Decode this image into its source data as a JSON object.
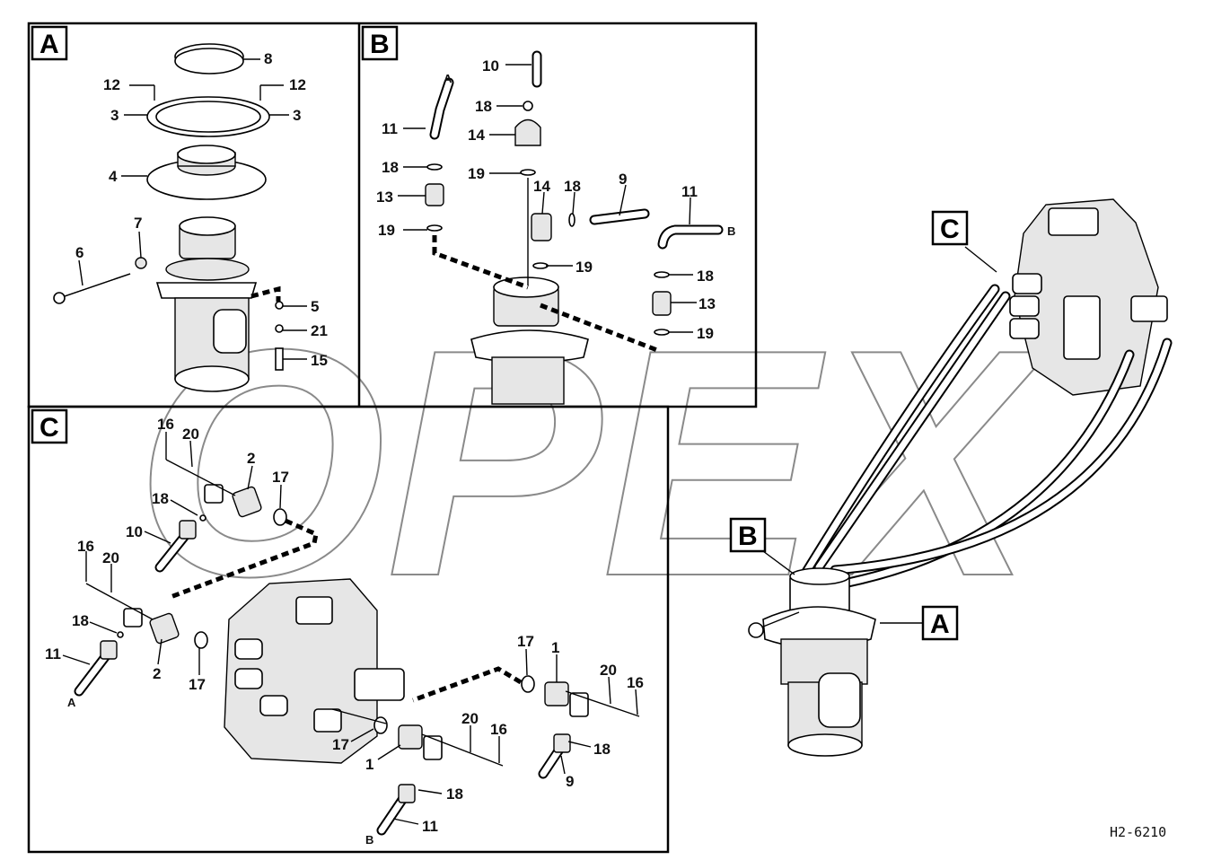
{
  "watermark": "OPEX",
  "drawing_code": "H2-6210",
  "panels": {
    "A": {
      "letter": "A",
      "labels": [
        "8",
        "12",
        "12",
        "3",
        "3",
        "4",
        "7",
        "6",
        "5",
        "21",
        "15"
      ]
    },
    "B": {
      "letter": "B",
      "labels": [
        "10",
        "A",
        "18",
        "11",
        "14",
        "18",
        "19",
        "13",
        "14",
        "18",
        "9",
        "11",
        "B",
        "19",
        "19",
        "18",
        "13",
        "19"
      ]
    },
    "C": {
      "letter": "C",
      "labels": [
        "16",
        "20",
        "2",
        "17",
        "18",
        "10",
        "16",
        "20",
        "18",
        "2",
        "17",
        "11",
        "A",
        "17",
        "1",
        "20",
        "16",
        "20",
        "16",
        "17",
        "1",
        "18",
        "18",
        "9",
        "11",
        "B"
      ]
    }
  },
  "callouts": {
    "C": "C",
    "B": "B",
    "A": "A"
  }
}
